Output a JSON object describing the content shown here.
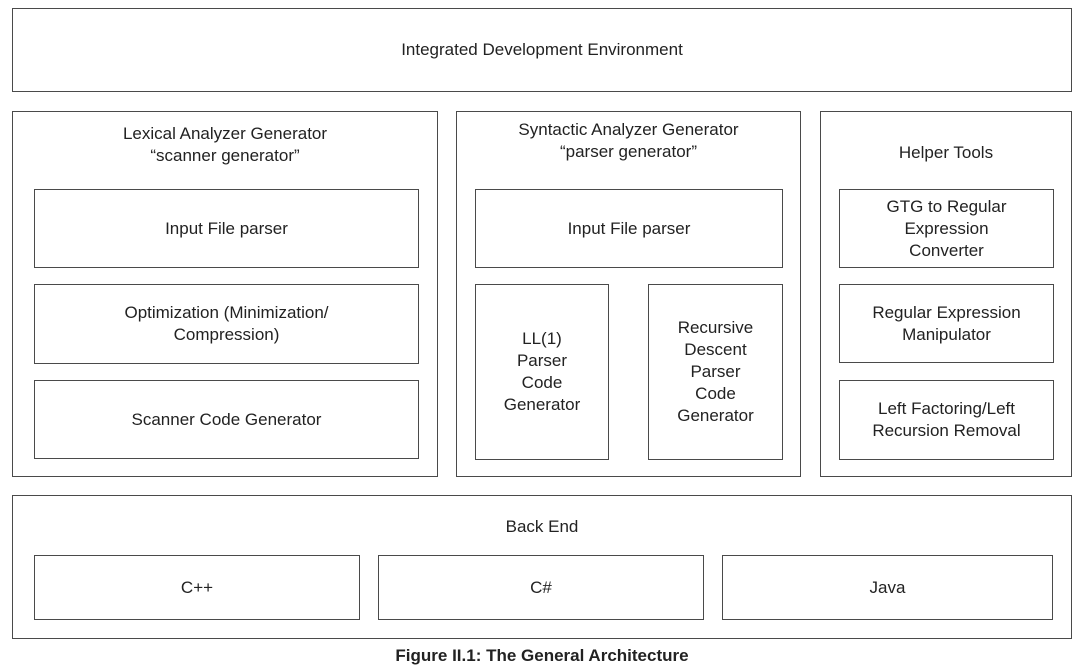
{
  "ide": {
    "label": "Integrated Development Environment"
  },
  "lexical": {
    "title": "Lexical Analyzer Generator\n“scanner generator”",
    "input_parser": "Input File parser",
    "optimization": "Optimization (Minimization/\nCompression)",
    "scanner_code": "Scanner Code Generator"
  },
  "syntactic": {
    "title": "Syntactic Analyzer Generator\n“parser generator”",
    "input_parser": "Input File parser",
    "ll1": "LL(1)\nParser\nCode\nGenerator",
    "recursive": "Recursive\nDescent\nParser\nCode\nGenerator"
  },
  "helper": {
    "title": "Helper Tools",
    "gtg": "GTG to Regular\nExpression\nConverter",
    "regex": "Regular Expression\nManipulator",
    "left_factoring": "Left Factoring/Left\nRecursion Removal"
  },
  "backend": {
    "title": "Back End",
    "cpp": "C++",
    "csharp": "C#",
    "java": "Java"
  },
  "caption": "Figure II.1: The General Architecture"
}
